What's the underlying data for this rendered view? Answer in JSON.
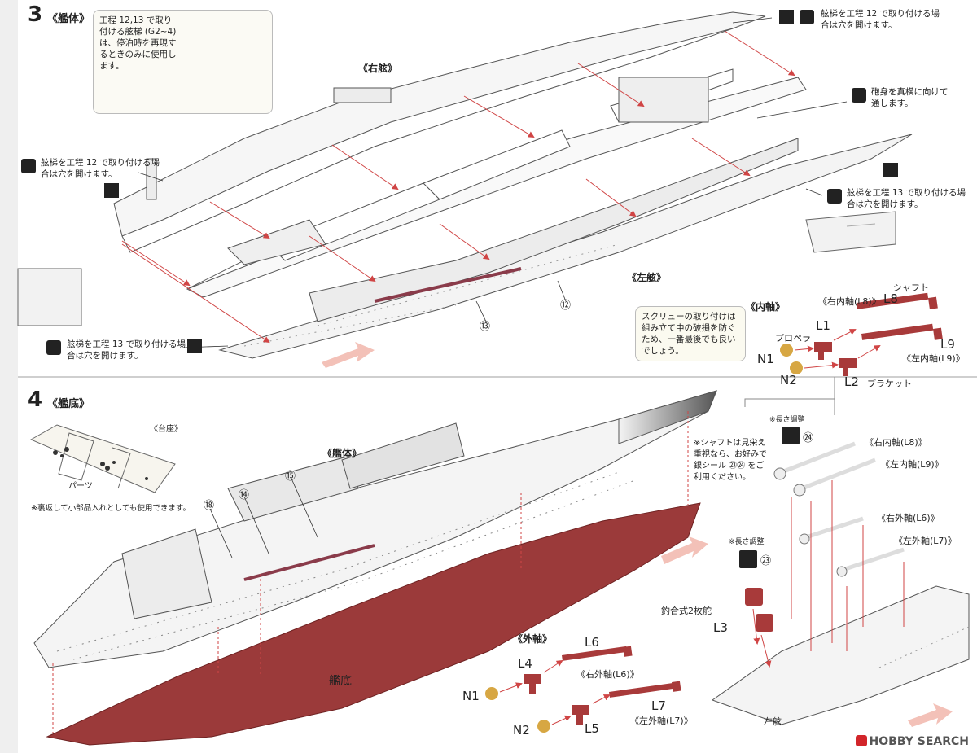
{
  "step3": {
    "number": "3",
    "title": "《艦体》",
    "note_box": "工程 12,13 で取り付ける舷梯 (G2~4) は、停泊時を再現するときのみに使用します。",
    "starboard_label": "《右舷》",
    "port_label": "《左舷》",
    "note_top_right": "舷梯を工程 12 で取り付ける場合は穴を開けます。",
    "note_gun": "砲身を真横に向けて通します。",
    "note_left_mid": "舷梯を工程 12 で取り付ける場合は穴を開けます。",
    "note_right_mid": "舷梯を工程 13 で取り付ける場合は穴を開けます。",
    "note_left_bottom": "舷梯を工程 13 で取り付ける場合は穴を開けます。",
    "ref_12": "⑫",
    "ref_13": "⑬",
    "screw_note": "スクリューの取り付けは組み立て中の破損を防ぐため、一番最後でも良いでしょう。"
  },
  "inner_shaft": {
    "title": "《内軸》",
    "shaft_label": "シャフト",
    "right_inner": "《右内軸(L8)》",
    "l8": "L8",
    "l1": "L1",
    "propeller": "プロペラ",
    "n1": "N1",
    "l9": "L9",
    "left_inner": "《左内軸(L9)》",
    "n2": "N2",
    "l2": "L2",
    "bracket": "ブラケット"
  },
  "step4": {
    "number": "4",
    "title": "《艦底》",
    "stand_label": "《台座》",
    "parts_label": "パーツ",
    "stand_note": "※裏返して小部品入れとしても使用できます。",
    "hull_label": "《艦体》",
    "bottom_label": "艦底",
    "ref_18": "⑱",
    "ref_14": "⑭",
    "ref_15": "⑮",
    "shaft_note": "※シャフトは見栄え重視なら、お好みで銀シール ㉓㉔ をご利用ください。",
    "length_adjust_1": "※長さ調整",
    "length_adjust_2": "※長さ調整",
    "ref_24": "㉔",
    "ref_23": "㉓",
    "right_inner": "《右内軸(L8)》",
    "left_inner": "《左内軸(L9)》",
    "right_outer": "《右外軸(L6)》",
    "left_outer": "《左外軸(L7)》",
    "rudder": "釣合式2枚舵",
    "l3": "L3",
    "port_label": "左舷"
  },
  "outer_shaft": {
    "title": "《外軸》",
    "l6": "L6",
    "l4": "L4",
    "right_outer": "《右外軸(L6)》",
    "n1": "N1",
    "l7": "L7",
    "n2": "N2",
    "l5": "L5",
    "left_outer": "《左外軸(L7)》"
  },
  "watermark": "HOBBY SEARCH",
  "colors": {
    "hull_red": "#9b3a3a",
    "part_red": "#a83a3a",
    "prop_gold": "#d7a743",
    "arrow_red": "#d04545",
    "line_gray": "#888888"
  }
}
